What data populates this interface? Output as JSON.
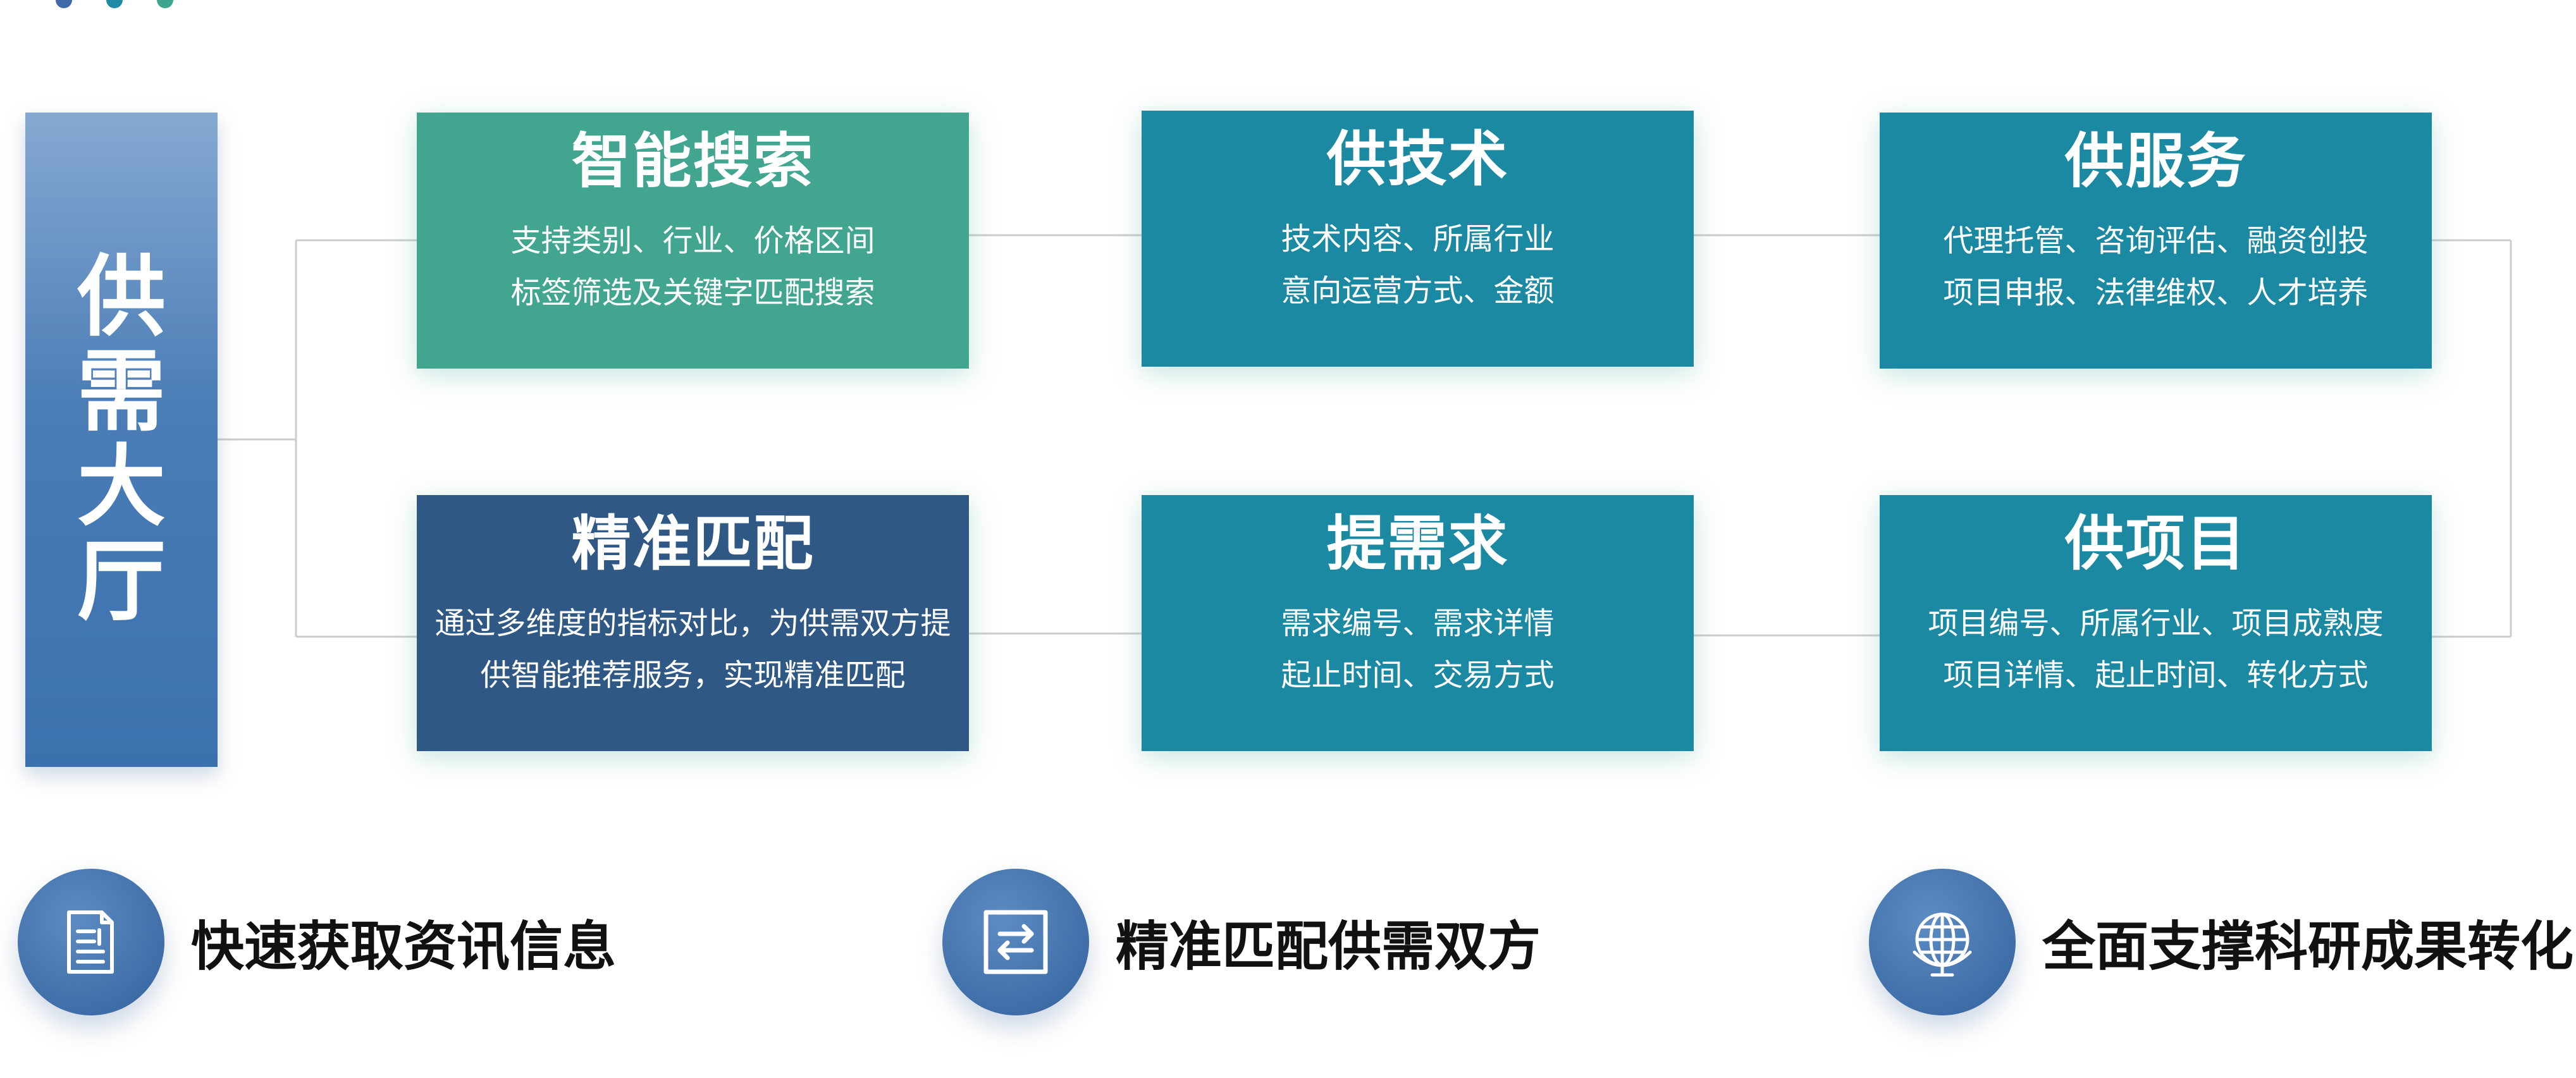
{
  "colors": {
    "dot1": "#3f6aa7",
    "dot2": "#1e8aa3",
    "dot3": "#3da58d",
    "teal": "#1b89a1",
    "green": "#41a590",
    "navy": "#2f5884",
    "line": "#cccccc"
  },
  "hall": {
    "label": "供需大厅"
  },
  "cards": [
    {
      "title": "智能搜索",
      "lines": [
        "支持类别、行业、价格区间",
        "标签筛选及关键字匹配搜索"
      ]
    },
    {
      "title": "供技术",
      "lines": [
        "技术内容、所属行业",
        "意向运营方式、金额"
      ]
    },
    {
      "title": "供服务",
      "lines": [
        "代理托管、咨询评估、融资创投",
        "项目申报、法律维权、人才培养"
      ]
    },
    {
      "title": "精准匹配",
      "lines": [
        "通过多维度的指标对比，为供需双方提",
        "供智能推荐服务，实现精准匹配"
      ]
    },
    {
      "title": "提需求",
      "lines": [
        "需求编号、需求详情",
        "起止时间、交易方式"
      ]
    },
    {
      "title": "供项目",
      "lines": [
        "项目编号、所属行业、项目成熟度",
        "项目详情、起止时间、转化方式"
      ]
    }
  ],
  "features": [
    {
      "icon": "document-icon",
      "label": "快速获取资讯信息"
    },
    {
      "icon": "exchange-icon",
      "label": "精准匹配供需双方"
    },
    {
      "icon": "globe-icon",
      "label": "全面支撑科研成果转化"
    }
  ]
}
